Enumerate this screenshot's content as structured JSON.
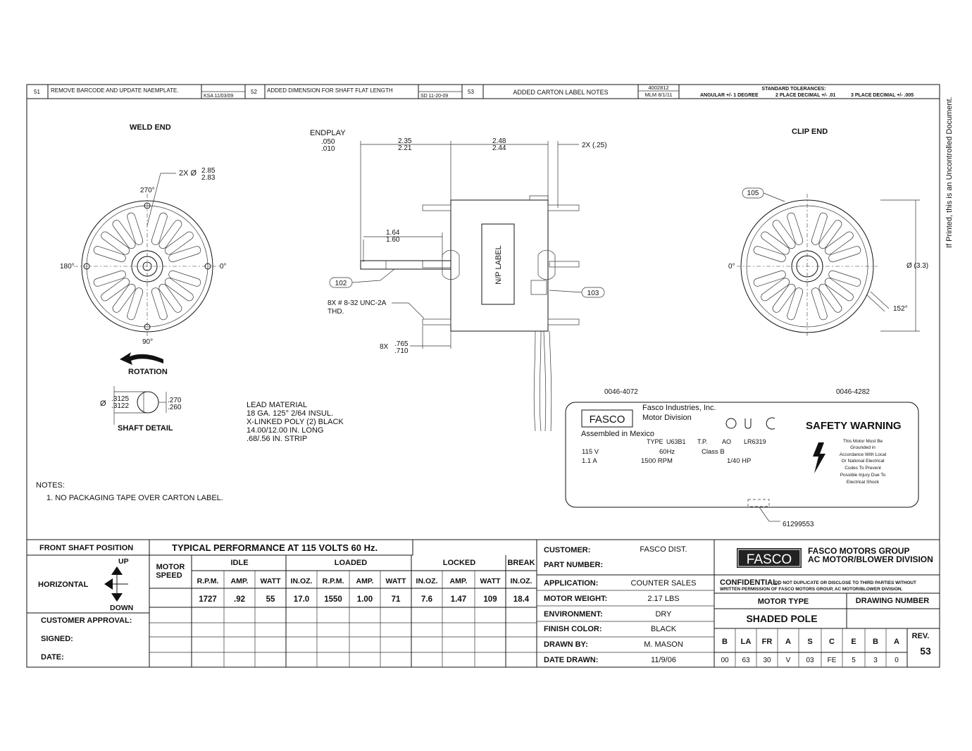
{
  "revisions": [
    {
      "no": "51",
      "desc": "REMOVE BARCODE AND UPDATE NAEMPLATE.",
      "by": "KSA 11/03/09"
    },
    {
      "no": "52",
      "desc": "ADDED DIMENSION FOR SHAFT FLAT LENGTH",
      "by": "SD  11-20-09"
    },
    {
      "no": "53",
      "desc": "ADDED CARTON LABEL NOTES",
      "by_top": "4002812",
      "by": "MLM 8/1/11"
    }
  ],
  "tolerances": {
    "title": "STANDARD TOLERANCES:",
    "angular": "ANGULAR +/- 1 DEGREE",
    "two_place": "2 PLACE DECIMAL +/- .01",
    "three_place": "3 PLACE DECIMAL +/- .005"
  },
  "side_note": "If Printed, this is an Uncontrolled Document.",
  "weld_end": {
    "title": "WELD END",
    "hole_dim": "2X Ø",
    "hole_top": "2.85",
    "hole_bottom": "2.83",
    "angles": {
      "top": "270°",
      "left": "180°",
      "right": "0°",
      "bottom": "90°"
    },
    "rotation": "ROTATION"
  },
  "shaft_detail": {
    "title": "SHAFT DETAIL",
    "dia_symbol": "Ø",
    "dia_top": ".3125",
    "dia_bottom": ".3122",
    "flat_top": ".270",
    "flat_bottom": ".260"
  },
  "side_view": {
    "endplay": "ENDPLAY",
    "endplay_top": ".050",
    "endplay_bottom": ".010",
    "dim_a_top": "2.35",
    "dim_a_bottom": "2.21",
    "dim_b_top": "2.48",
    "dim_b_bottom": "2.44",
    "dim_c": "2X (.25)",
    "dim_d_top": "1.64",
    "dim_d_bottom": "1.60",
    "callout_102": "102",
    "callout_103": "103",
    "thread_line1": "8X # 8-32 UNC-2A",
    "thread_line2": "THD.",
    "stud_prefix": "8X",
    "stud_top": ".765",
    "stud_bottom": ".710",
    "np_label": "N/P LABEL"
  },
  "clip_end": {
    "title": "CLIP END",
    "callout_105": "105",
    "angle_left": "0°",
    "angle_bottom": "152°",
    "diameter": "Ø (3.3)"
  },
  "lead": {
    "l1": "LEAD MATERIAL",
    "l2": "18 GA. 125° 2/64 INSUL.",
    "l3": "X-LINKED POLY (2) BLACK",
    "l4": "14.00/12.00 IN. LONG",
    "l5": ".68/.56 IN. STRIP"
  },
  "notes": {
    "title": "NOTES:",
    "n1": "1.  NO PACKAGING TAPE OVER CARTON LABEL."
  },
  "label": {
    "code_left": "0046-4072",
    "code_right": "0046-4282",
    "brand": "FASCO",
    "maker1": "Fasco Industries, Inc.",
    "maker2": "Motor Division",
    "assembled": "Assembled in Mexico",
    "type_label": "TYPE",
    "type": "U63B1",
    "tp_label": "T.P.",
    "tp": "AO",
    "lr": "LR6319",
    "volts": "115 V",
    "hz": "60Hz",
    "class": "Class B",
    "amps": "1.1 A",
    "rpm": "1500 RPM",
    "hp": "1/40 HP",
    "safety": "SAFETY WARNING",
    "s1": "This Motor Must Be",
    "s2": "Grounded in",
    "s3": "Accordance With Local",
    "s4": "Or National Electrical",
    "s5": "Codes To Prevent",
    "s6": "Possible Injury Due To",
    "s7": "Electrical Shock",
    "part": "61299553"
  },
  "perf": {
    "front_shaft": "FRONT SHAFT POSITION",
    "title": "TYPICAL PERFORMANCE AT 115 VOLTS 60 Hz.",
    "up": "UP",
    "down": "DOWN",
    "horizontal": "HORIZONTAL",
    "motor_speed_1": "MOTOR",
    "motor_speed_2": "SPEED",
    "idle": "IDLE",
    "loaded": "LOADED",
    "locked": "LOCKED",
    "break": "BREAK",
    "cols": [
      "R.P.M.",
      "AMP.",
      "WATT",
      "IN.OZ.",
      "R.P.M.",
      "AMP.",
      "WATT",
      "IN.OZ.",
      "AMP.",
      "WATT",
      "IN.OZ."
    ],
    "values": [
      "1727",
      ".92",
      "55",
      "17.0",
      "1550",
      "1.00",
      "71",
      "7.6",
      "1.47",
      "109",
      "18.4"
    ],
    "customer_approval": "CUSTOMER APPROVAL:",
    "signed": "SIGNED:",
    "date": "DATE:"
  },
  "info": {
    "customer_label": "CUSTOMER:",
    "customer": "FASCO DIST.",
    "part_label": "PART NUMBER:",
    "application_label": "APPLICATION:",
    "application": "COUNTER SALES",
    "weight_label": "MOTOR WEIGHT:",
    "weight": "2.17 LBS",
    "environment_label": "ENVIRONMENT:",
    "environment": "DRY",
    "finish_label": "FINISH COLOR:",
    "finish": "BLACK",
    "drawn_label": "DRAWN BY:",
    "drawn": "M. MASON",
    "date_label": "DATE DRAWN:",
    "date": "11/9/06"
  },
  "title_block": {
    "brand": "FASCO",
    "group1": "FASCO MOTORS GROUP",
    "group2": "AC MOTOR/BLOWER DIVISION",
    "conf_title": "CONFIDENTIAL:",
    "conf1": "DO NOT DUPLICATE OR DISCLOSE TO THIRD PARTIES WITHOUT",
    "conf2": "WRITTEN PERMISSION OF FASCO MOTORS GROUP, AC MOTOR/BLOWER DIVISION.",
    "motor_type_label": "MOTOR TYPE",
    "drawing_number_label": "DRAWING NUMBER",
    "motor_type": "SHADED POLE",
    "code_letters": [
      "B",
      "LA",
      "FR",
      "A",
      "S",
      "C",
      "E",
      "B",
      "A"
    ],
    "code_values": [
      "00",
      "63",
      "30",
      "V",
      "03",
      "FE",
      "5",
      "3",
      "0"
    ],
    "rev_label": "REV.",
    "rev": "53"
  }
}
